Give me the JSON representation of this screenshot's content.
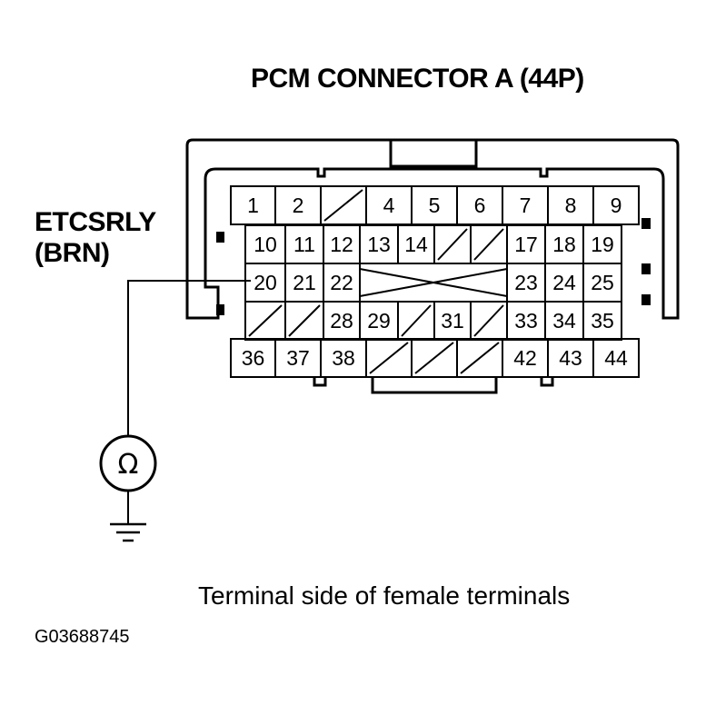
{
  "title": "PCM CONNECTOR A (44P)",
  "signal": {
    "name": "ETCSRLY",
    "wire_color": "(BRN)"
  },
  "caption": "Terminal side of female terminals",
  "figure_id": "G03688745",
  "meter_symbol": "Ω",
  "icons": {
    "meter": "ohmmeter-icon",
    "ground": "ground-icon"
  },
  "connector": {
    "rows": [
      [
        "1",
        "2",
        "",
        "4",
        "5",
        "6",
        "7",
        "8",
        "9"
      ],
      [
        "10",
        "11",
        "12",
        "13",
        "14",
        "",
        "",
        "17",
        "18",
        "19"
      ],
      [
        "20",
        "21",
        "22",
        "",
        "23",
        "24",
        "25"
      ],
      [
        "",
        "",
        "28",
        "29",
        "",
        "31",
        "",
        "33",
        "34",
        "35"
      ],
      [
        "36",
        "37",
        "38",
        "",
        "",
        "",
        "42",
        "43",
        "44"
      ]
    ],
    "probed_terminal": "20"
  }
}
